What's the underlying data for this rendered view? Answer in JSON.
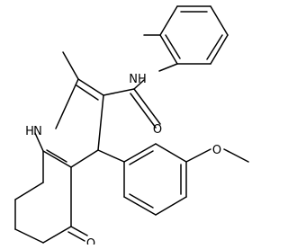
{
  "structure": {
    "atom_labels": {
      "nh_amide": "NH",
      "nh_ring": "H",
      "n_ring": "N",
      "o_amide": "O",
      "o_methoxy": "O",
      "o_ketone": "O"
    }
  },
  "style": {
    "bond_color": "#000000",
    "background": "#ffffff"
  }
}
